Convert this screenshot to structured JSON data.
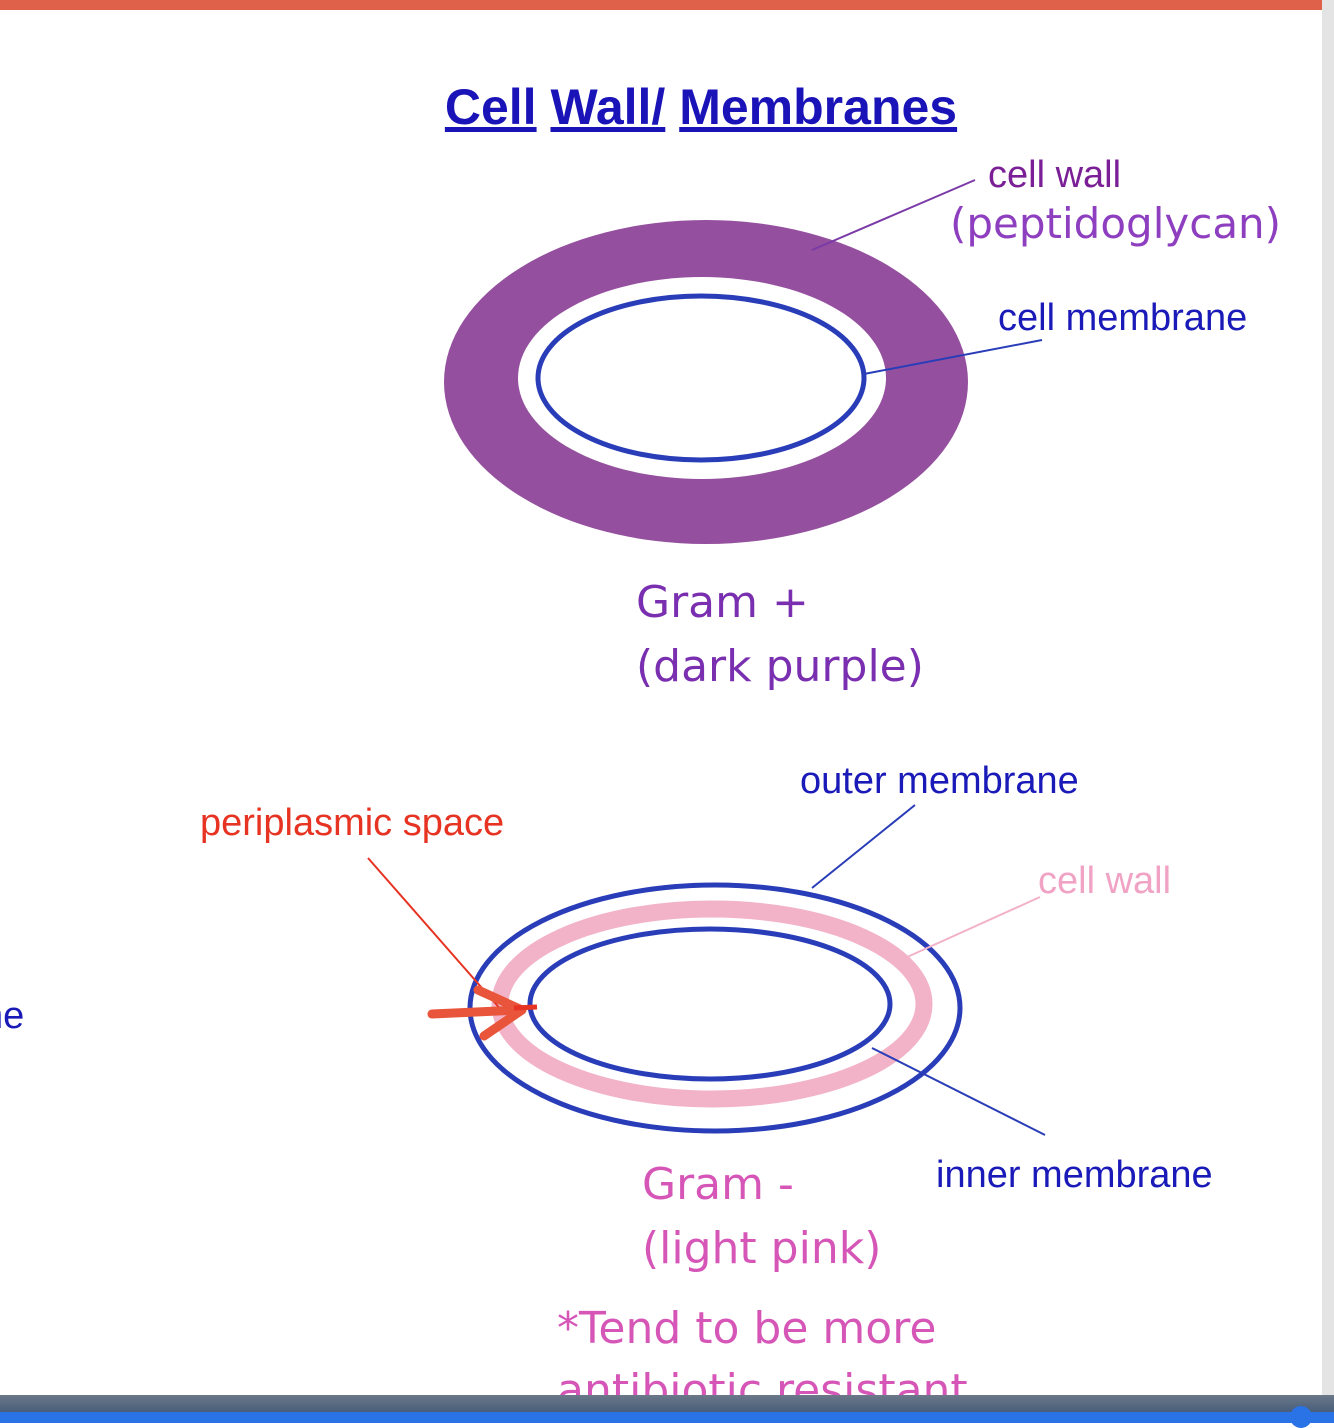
{
  "title": {
    "part1": "Cell",
    "part2": "Wall/",
    "part3": "Membranes"
  },
  "colors": {
    "title": "#1a13b8",
    "gram_positive_wall": "#94509e",
    "gram_positive_text": "#7a2fb0",
    "membrane_blue": "#2a3db8",
    "gram_negative_wall": "#f2b3c8",
    "gram_negative_text": "#d656b8",
    "periplasmic_red": "#e63322",
    "arrow_orange": "#e8553a"
  },
  "gram_positive": {
    "cell_wall_label": "cell wall",
    "peptidoglycan_label": "(peptidoglycan)",
    "cell_membrane_label": "cell membrane",
    "name": "Gram +",
    "stain": "(dark purple)"
  },
  "gram_negative": {
    "outer_membrane_label": "outer membrane",
    "periplasmic_label": "periplasmic space",
    "cell_wall_label": "cell wall",
    "inner_membrane_label": "inner membrane",
    "name": "Gram -",
    "stain": "(light pink)",
    "note_line1": "*Tend to be more",
    "note_line2": "antibiotic resistant"
  },
  "left_cut_text": "ne"
}
